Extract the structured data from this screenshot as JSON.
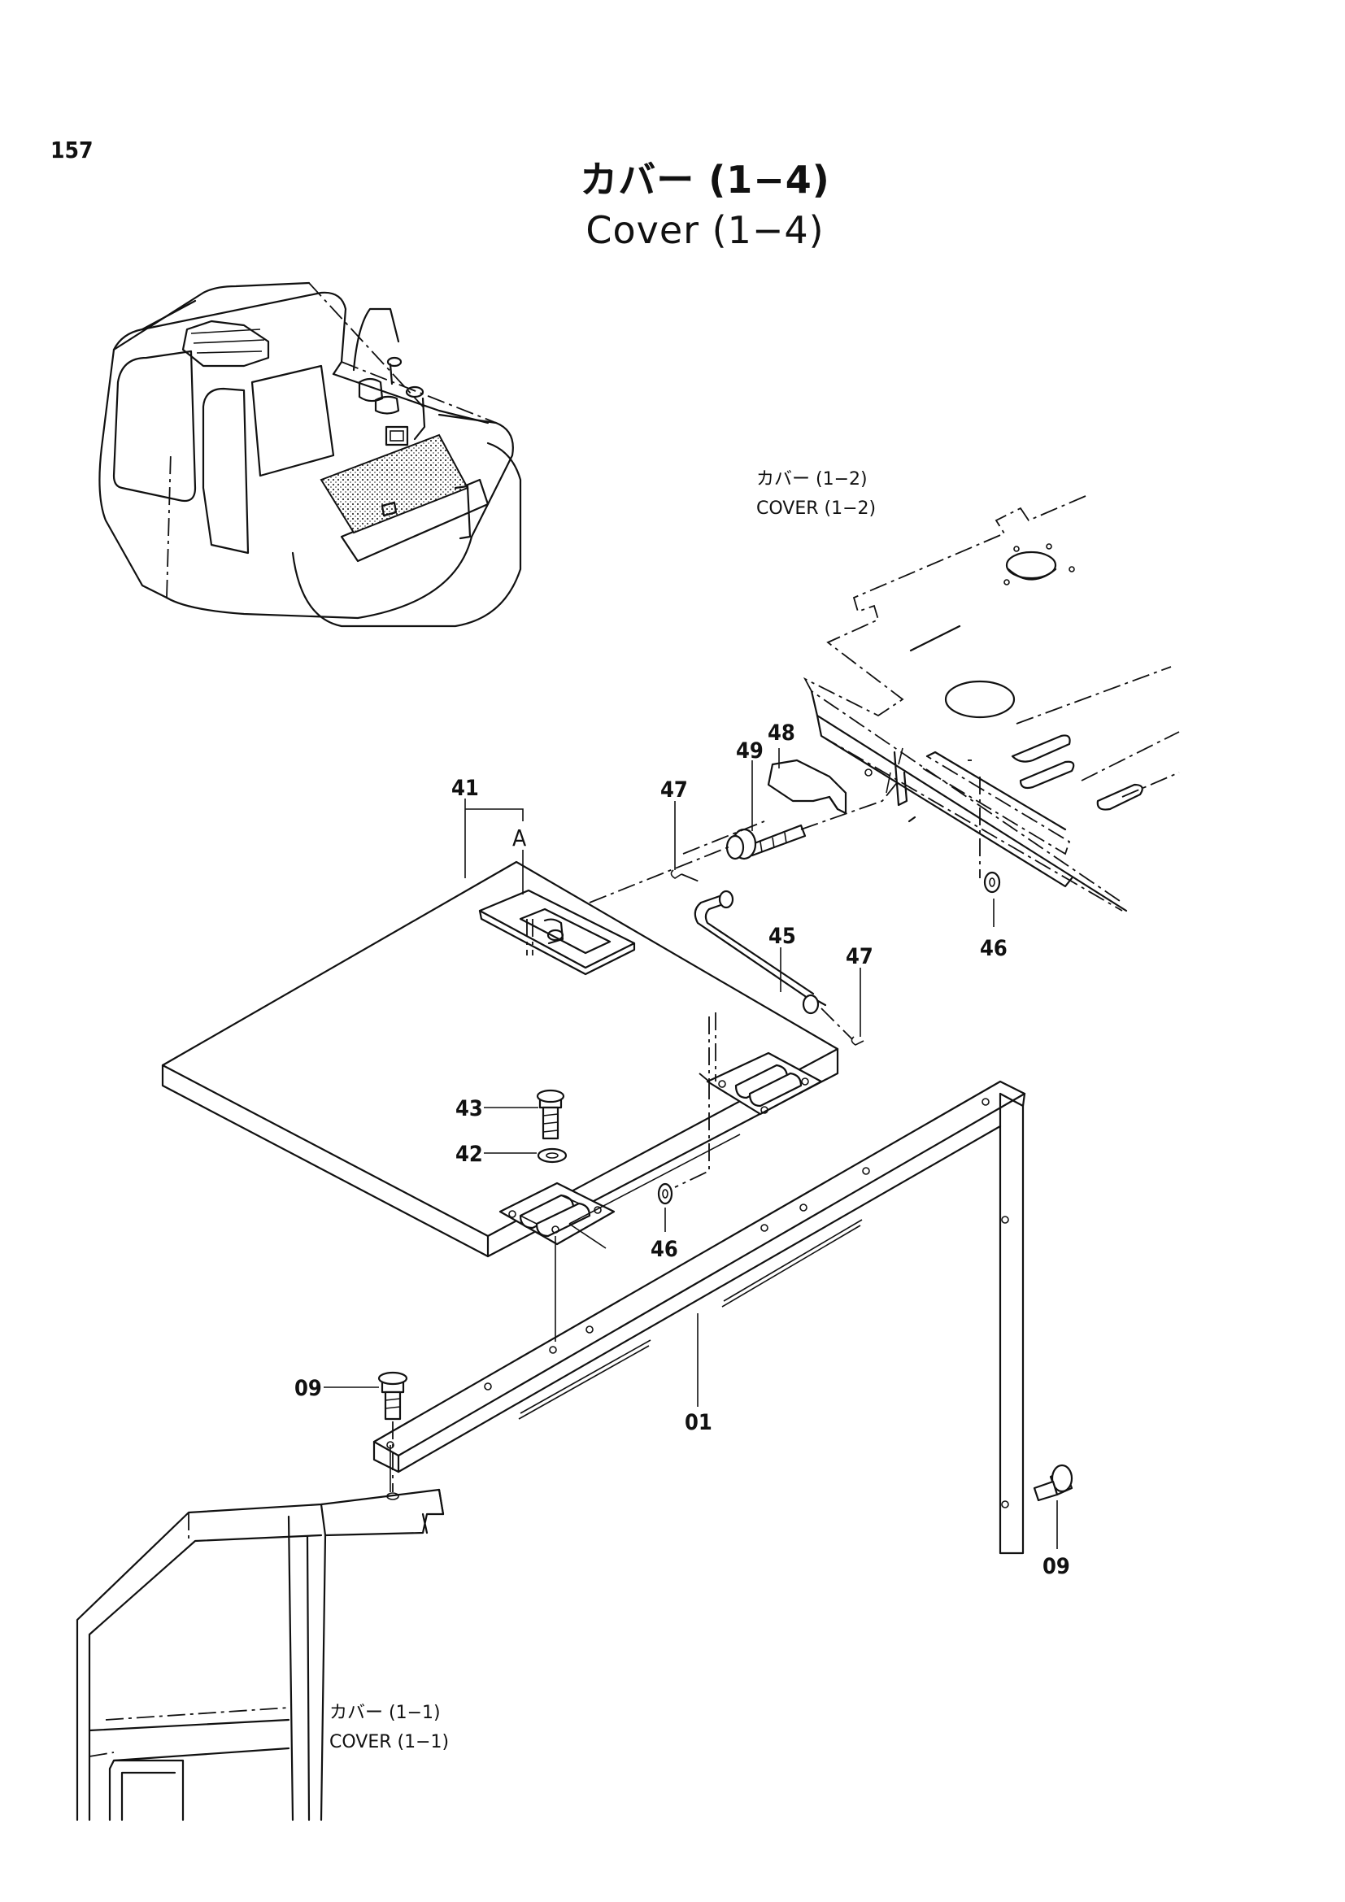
{
  "page_number": "157",
  "title": {
    "jp": "カバー (1−4)",
    "en": "Cover (1−4)"
  },
  "references": [
    {
      "id": "ref-cover-1-2",
      "jp": "カバー (1−2)",
      "en": "COVER (1−2)"
    },
    {
      "id": "ref-cover-1-1",
      "jp": "カバー (1−1)",
      "en": "COVER (1−1)"
    }
  ],
  "callouts": {
    "p41": "41",
    "pA": "A",
    "p47a": "47",
    "p49": "49",
    "p48": "48",
    "p45": "45",
    "p47b": "47",
    "p46a": "46",
    "p43": "43",
    "p42": "42",
    "p46b": "46",
    "p09a": "09",
    "p01": "01",
    "p09b": "09"
  }
}
